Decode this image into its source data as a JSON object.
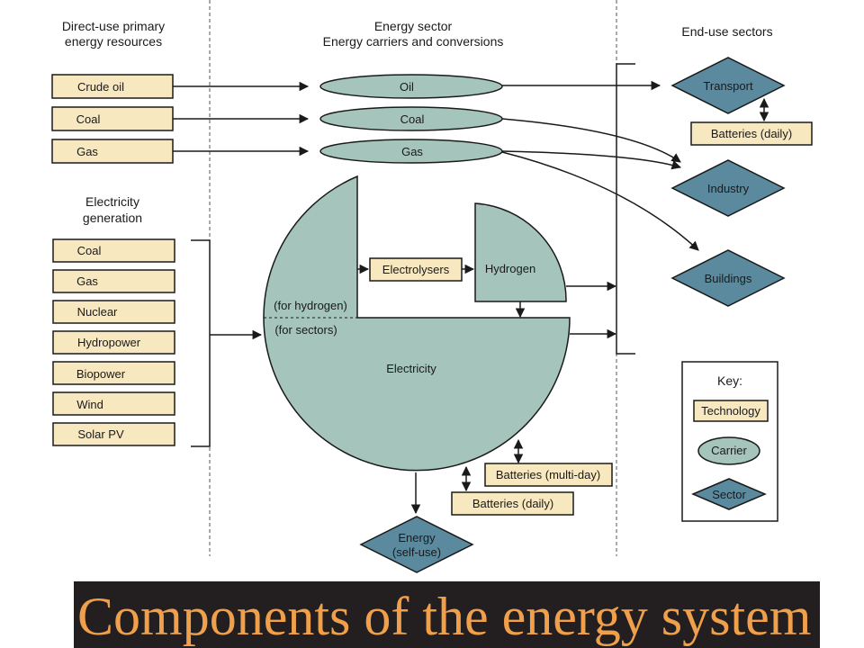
{
  "headers": {
    "primary": [
      "Direct-use primary",
      "energy resources"
    ],
    "energy_sector": [
      "Energy sector",
      "Energy carriers and conversions"
    ],
    "end_use": "End-use sectors",
    "electricity_generation": [
      "Electricity",
      "generation"
    ]
  },
  "primary_resources": [
    "Crude oil",
    "Coal",
    "Gas"
  ],
  "generation_sources": [
    "Coal",
    "Gas",
    "Nuclear",
    "Hydropower",
    "Biopower",
    "Wind",
    "Solar PV"
  ],
  "carriers": [
    "Oil",
    "Coal",
    "Gas"
  ],
  "conversion": {
    "hydrogen_share": "(for hydrogen)",
    "sectors_share": "(for sectors)",
    "electricity": "Electricity",
    "electrolysers": "Electrolysers",
    "hydrogen": "Hydrogen"
  },
  "storage": {
    "batteries_multi_day": "Batteries (multi-day)",
    "batteries_daily": "Batteries (daily)",
    "transport_batteries": "Batteries (daily)"
  },
  "self_use": [
    "Energy",
    "(self-use)"
  ],
  "sectors": [
    "Transport",
    "Industry",
    "Buildings"
  ],
  "key": {
    "title": "Key:",
    "technology": "Technology",
    "carrier": "Carrier",
    "sector": "Sector"
  },
  "colors": {
    "technology_fill": "#f8e8c0",
    "carrier_fill": "#a4c4bc",
    "sector_fill": "#5b8a9e",
    "title_background": "#231f20",
    "title_text": "#f0a04b"
  },
  "slide_title": "Components of the energy system"
}
